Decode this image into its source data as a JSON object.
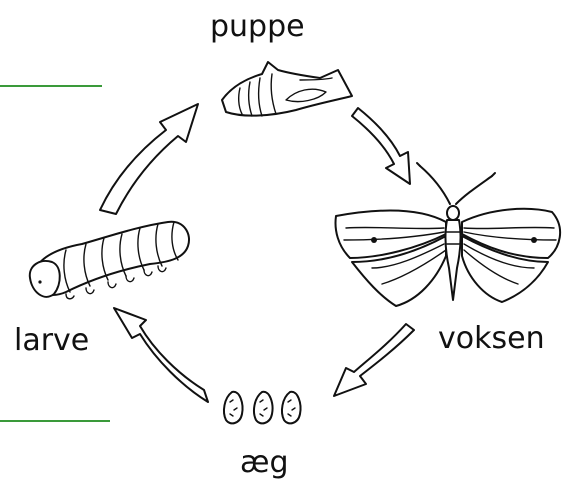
{
  "labels": {
    "pupa": "puppe",
    "adult": "voksen",
    "egg": "æg",
    "larva": "larve"
  },
  "colors": {
    "accent_line": "#3a9a3a",
    "ink": "#111111",
    "background": "#ffffff"
  },
  "icons": [
    "pupa-drawing",
    "butterfly-drawing",
    "eggs-drawing",
    "caterpillar-drawing",
    "cycle-arrow"
  ]
}
